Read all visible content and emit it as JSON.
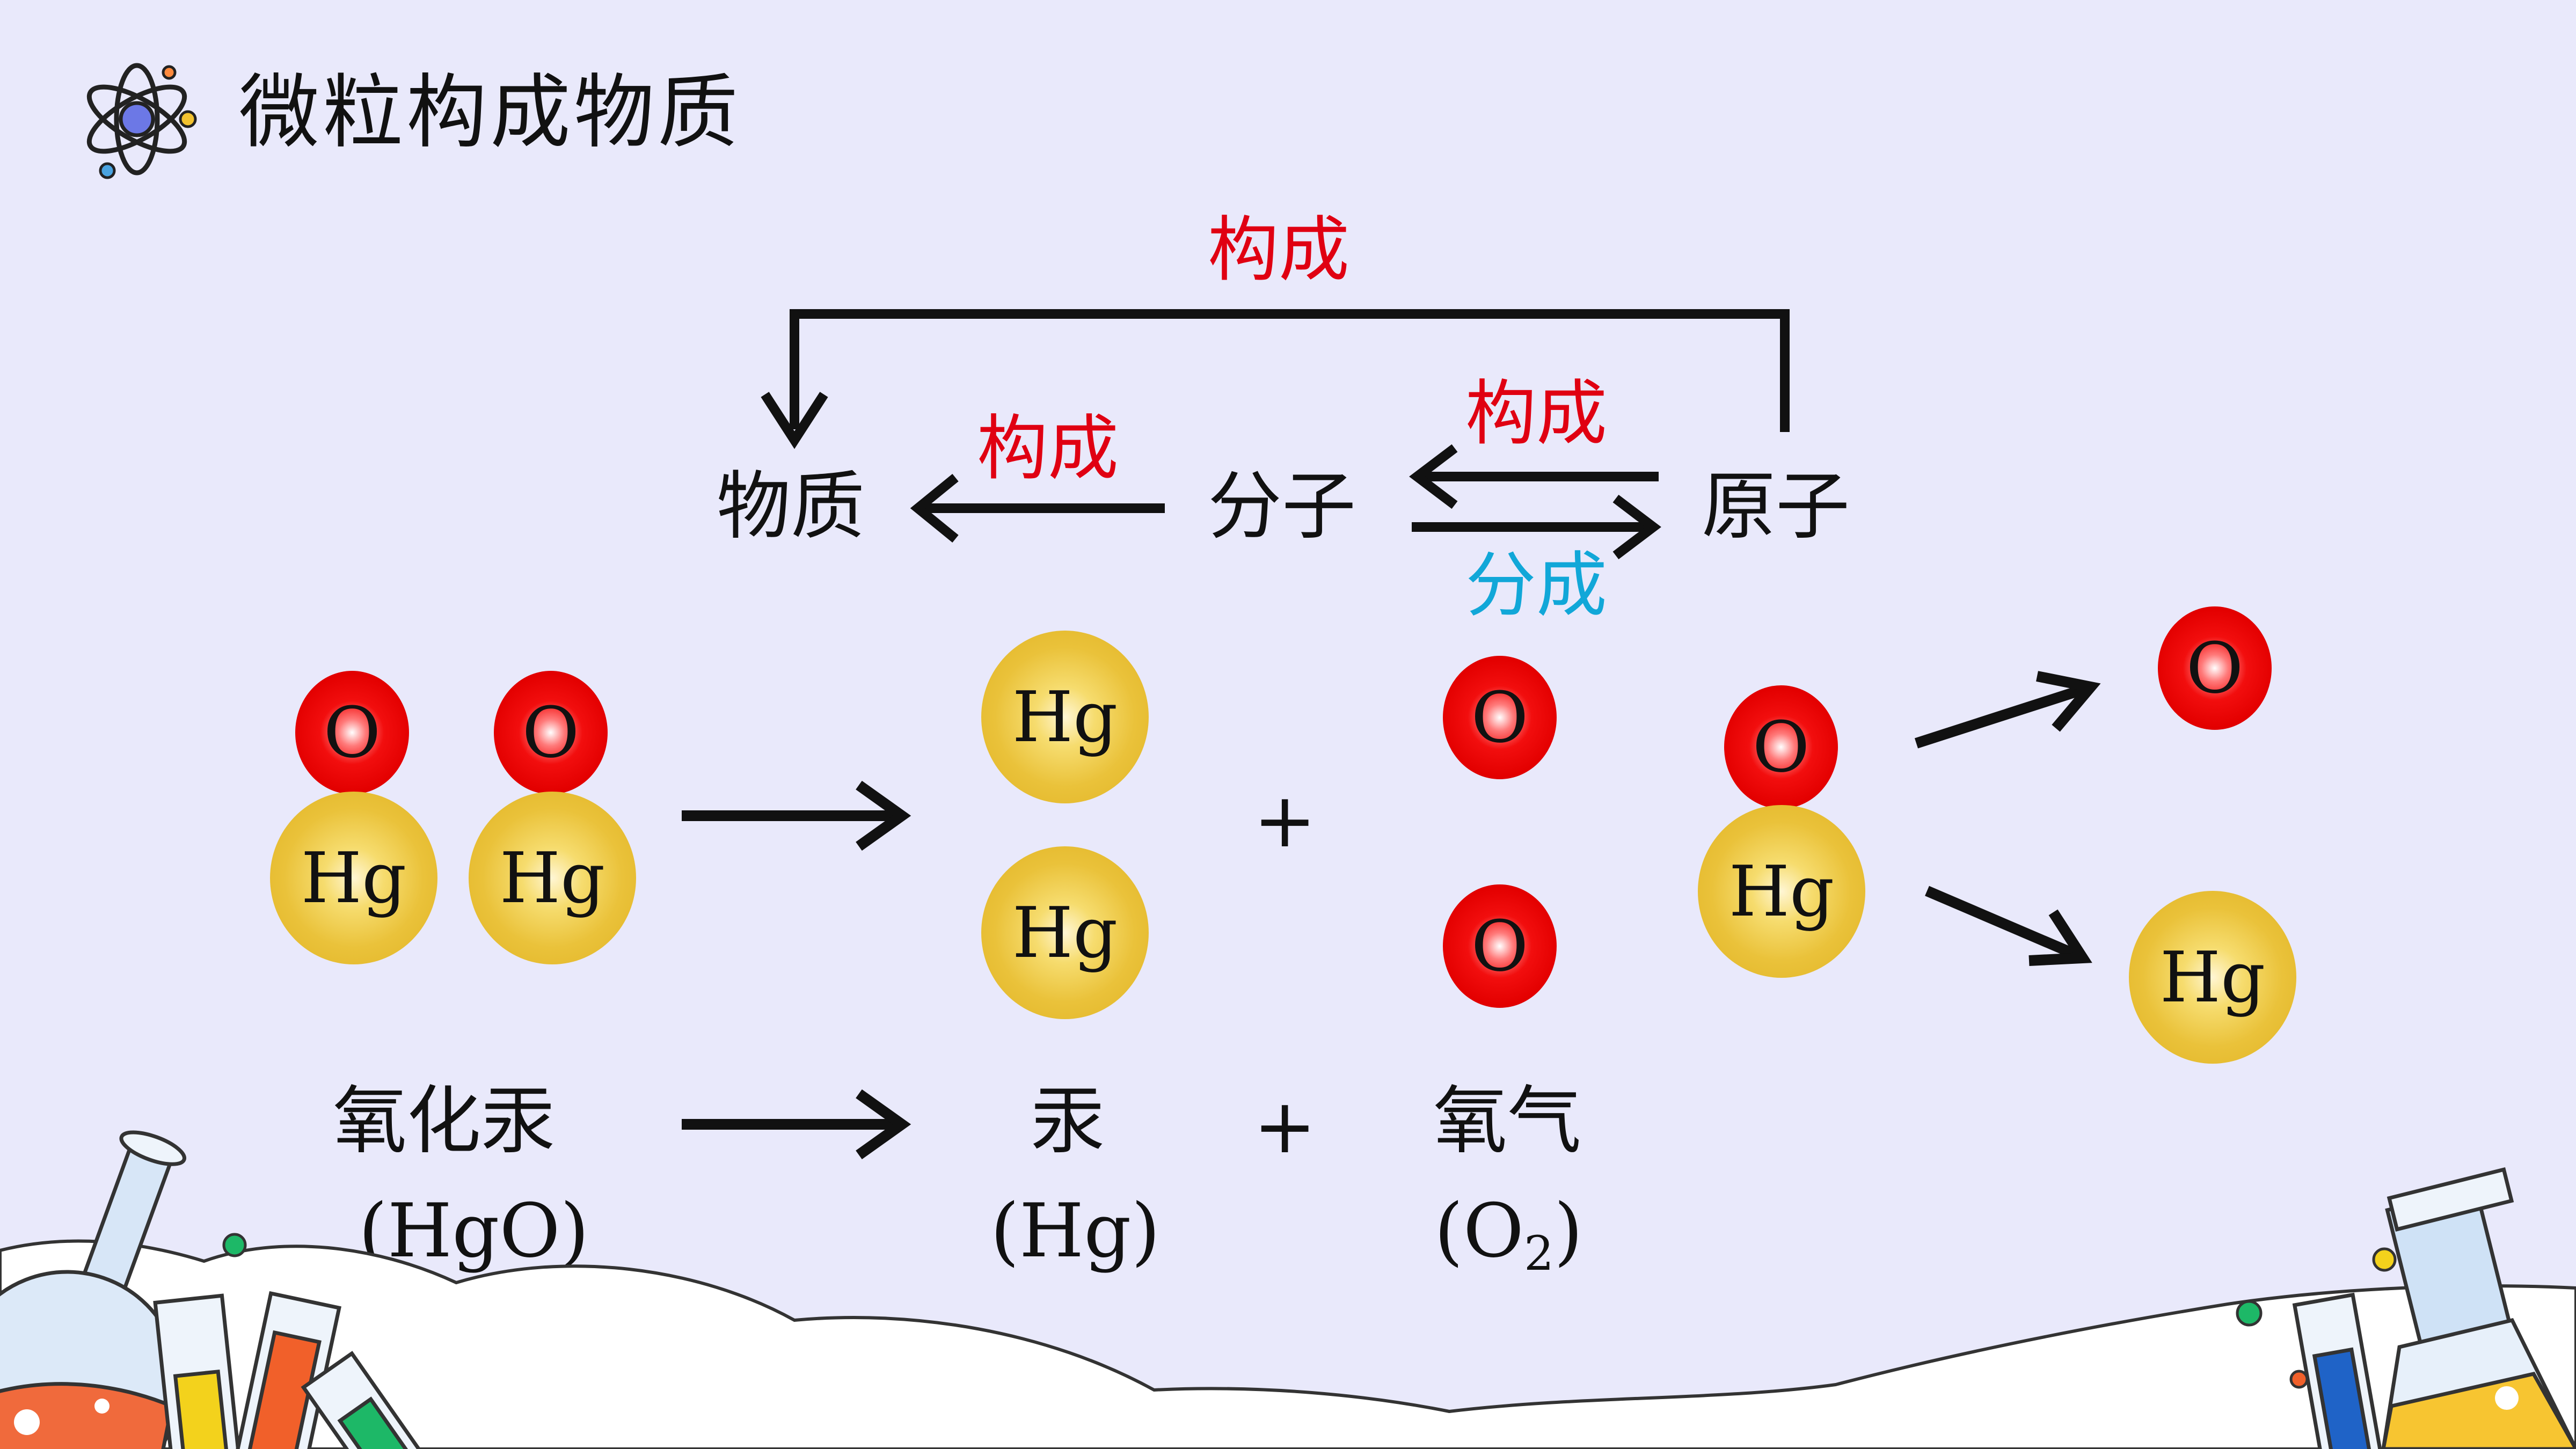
{
  "header": {
    "icon": "atom-icon",
    "title": "微粒构成物质"
  },
  "diagram": {
    "node_matter": "物质",
    "node_molecule": "分子",
    "node_atom": "原子",
    "label_top_compose": "构成",
    "label_molecule_to_matter": "构成",
    "label_atom_to_molecule": "构成",
    "label_molecule_to_atom": "分成"
  },
  "reaction_models": {
    "o_symbol": "O",
    "hg_symbol": "Hg",
    "plus": "+"
  },
  "word_equation": {
    "reactant_name": "氧化汞",
    "reactant_formula": "(HgO)",
    "product1_name": "汞",
    "product1_formula": "(Hg)",
    "plus": "+",
    "product2_name": "氧气",
    "product2_formula_open": "(O",
    "product2_formula_sub": "2",
    "product2_formula_close": ")"
  },
  "colors": {
    "background": "#e9e9fb",
    "accent_red": "#e00012",
    "accent_cyan": "#11a7d8",
    "oxygen_atom": "#e30000",
    "mercury_atom": "#e8bd32"
  }
}
